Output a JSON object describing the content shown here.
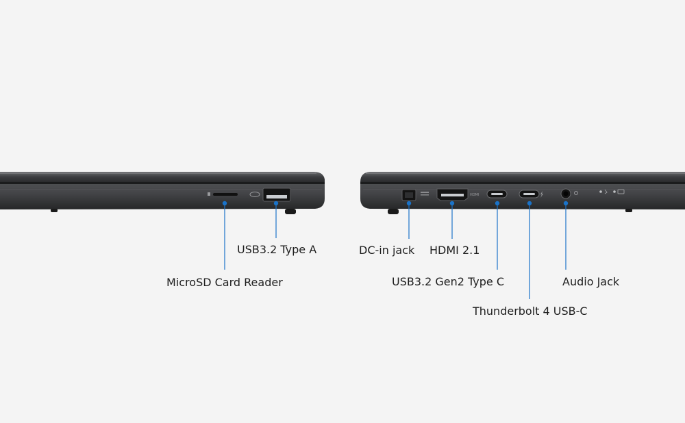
{
  "labels": {
    "microsd": "MicroSD Card Reader",
    "usb_a": "USB3.2 Type A",
    "dc_in": "DC-in jack",
    "hdmi": "HDMI 2.1",
    "usb_c_gen2": "USB3.2 Gen2 Type C",
    "thunderbolt": "Thunderbolt 4 USB-C",
    "audio": "Audio Jack"
  },
  "port_markings": {
    "hdmi": "HDMI"
  },
  "colors": {
    "background": "#f4f4f4",
    "chassis": "#3a3b3d",
    "chassis_dark": "#232425",
    "callout": "#1a73c9",
    "label_text": "#1e1e1e"
  }
}
